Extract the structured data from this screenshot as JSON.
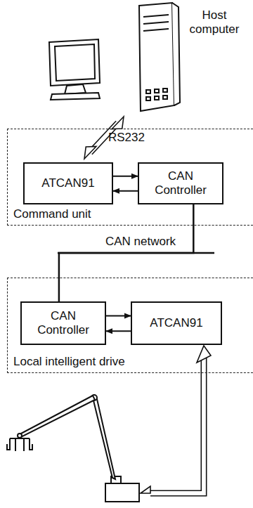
{
  "diagram": {
    "nodes": [
      {
        "text": [
          "Command unit"
        ]
      },
      {
        "text": [
          "ATCAN91"
        ],
        "in": 0
      },
      {
        "text": [
          "CAN Controller"
        ],
        "in": 0
      },
      {
        "text": [
          "Local intelligent drive"
        ]
      },
      {
        "text": [
          "CAN Controller"
        ],
        "in": 3
      },
      {
        "text": [
          "ATCAN91"
        ],
        "in": 3
      }
    ],
    "edges": [
      {
        "from": 1,
        "to": 2,
        "arrow": "to"
      },
      {
        "from": 2,
        "to": 1,
        "arrow": "to"
      },
      {
        "from": 2,
        "to": 4,
        "arrow": "none"
      },
      {
        "from": 4,
        "to": 5,
        "arrow": "to"
      },
      {
        "from": 5,
        "to": 4,
        "arrow": "to"
      }
    ],
    "labels": [
      "Host computer",
      "RS232",
      "CAN network"
    ]
  }
}
